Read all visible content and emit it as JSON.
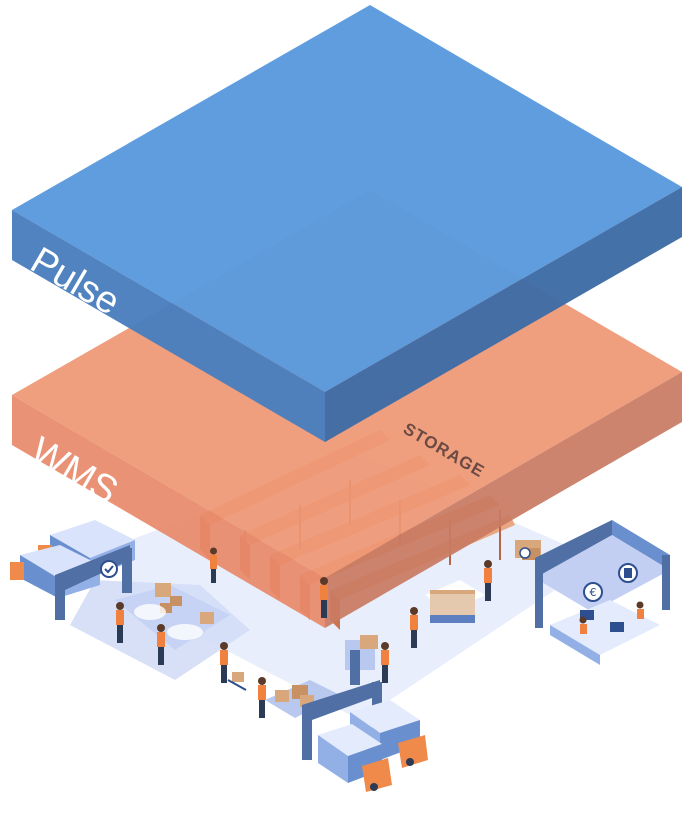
{
  "layers": [
    {
      "label": "Pulse",
      "color_top": "#5a9ade",
      "color_side": "#4a7fbd",
      "color_right": "#3f6ca6"
    },
    {
      "label": "WMS",
      "color_top": "#ee9774",
      "color_side": "#e88a6b",
      "color_right": "#c97b63"
    }
  ],
  "warehouse": {
    "zone_label": "STORAGE",
    "floor_color": "#e9eefc",
    "accent_color": "#f0813f",
    "structure_color": "#4f6fa5",
    "icons": [
      "check-icon",
      "euro-icon",
      "document-icon"
    ]
  }
}
